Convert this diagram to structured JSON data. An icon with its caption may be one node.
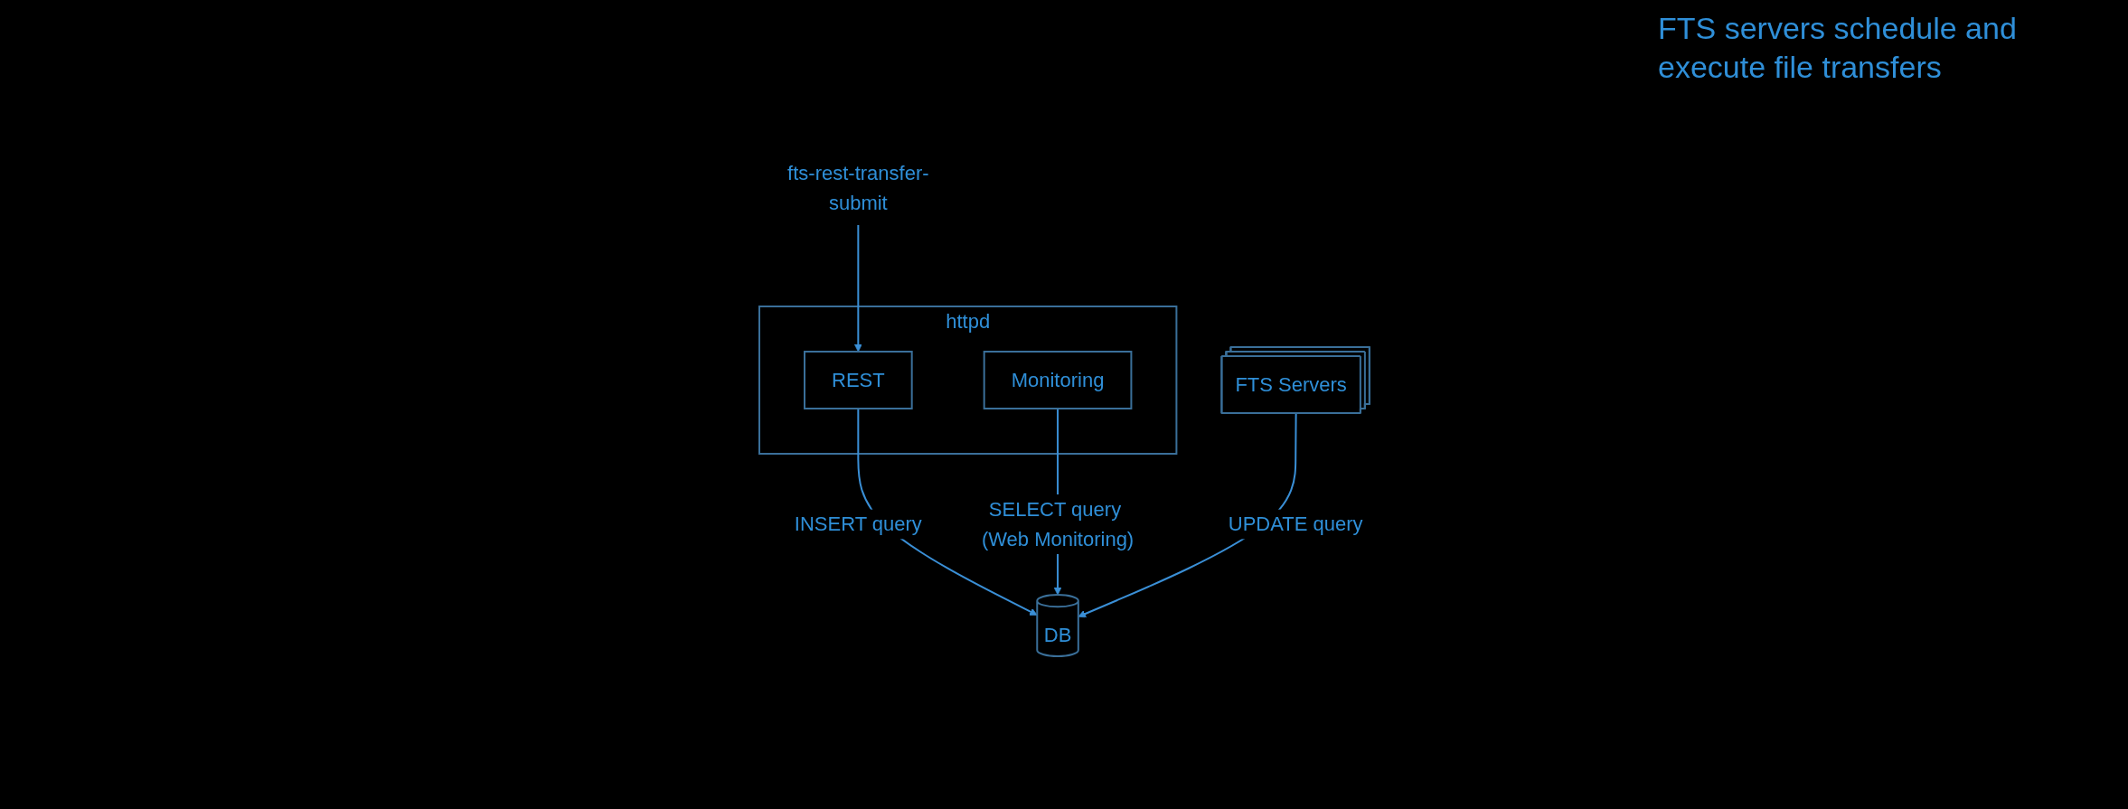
{
  "diagram": {
    "nodes": [
      {
        "text": [
          "fts-rest-transfer-submit"
        ]
      },
      {
        "text": [
          "httpd"
        ]
      },
      {
        "text": [
          "REST"
        ],
        "in": 1
      },
      {
        "text": [
          "Monitoring"
        ],
        "in": 1
      },
      {
        "text": [
          "FTS Servers"
        ]
      },
      {
        "text": [
          "DB"
        ]
      }
    ],
    "edges": [
      {
        "from": 0,
        "to": 2,
        "arrow": "to"
      },
      {
        "from": 2,
        "to": 5,
        "arrow": "to",
        "label": "INSERT query"
      },
      {
        "from": 3,
        "to": 5,
        "arrow": "to",
        "label": "SELECT query (Web Monitoring)"
      },
      {
        "from": 4,
        "to": 5,
        "arrow": "to",
        "label": "UPDATE query"
      }
    ],
    "labels": [
      "FTS servers schedule and execute file transfers"
    ]
  }
}
